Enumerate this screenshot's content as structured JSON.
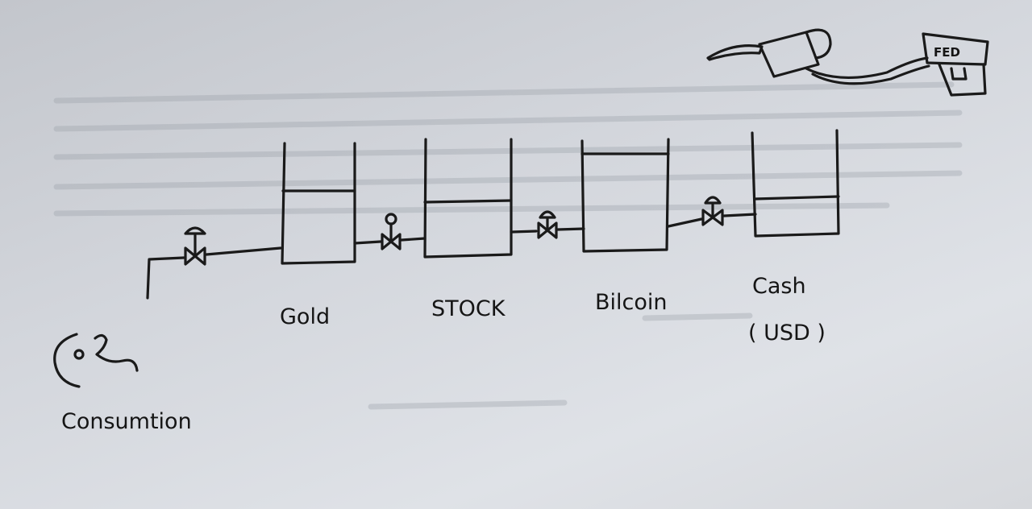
{
  "diagram": {
    "tanks": [
      {
        "label": "Gold",
        "fill_fraction": 0.6
      },
      {
        "label": "STOCK",
        "fill_fraction": 0.47
      },
      {
        "label": "Bilcoin",
        "fill_fraction": 0.87
      },
      {
        "label": "Cash",
        "sublabel": "( USD )",
        "fill_fraction": 0.37
      }
    ],
    "consumption_label": "Consumtion",
    "fed_label": "FED",
    "colors": {
      "ink": "#1a1a1a",
      "paper": "#d3d6dc"
    }
  }
}
